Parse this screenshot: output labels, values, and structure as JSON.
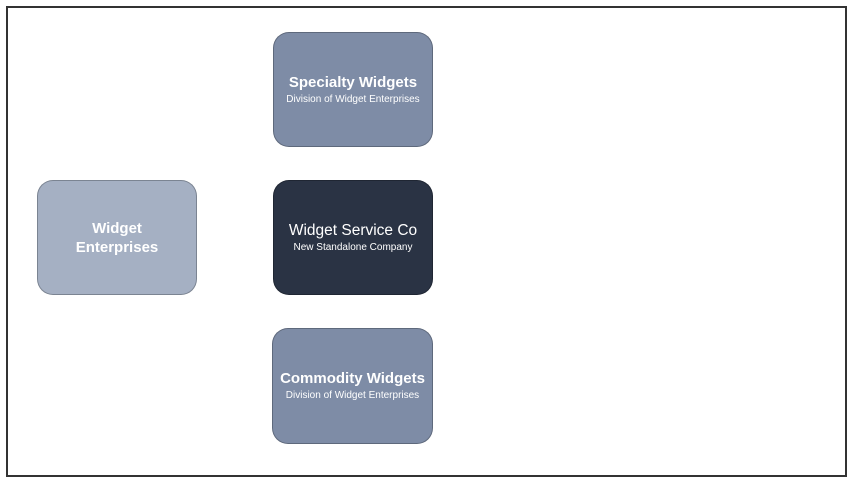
{
  "colors": {
    "parent": "#a5b0c3",
    "division": "#7e8ca6",
    "standalone": "#2a3344",
    "frame_border": "#333333"
  },
  "parent": {
    "title": "Widget Enterprises"
  },
  "nodes": [
    {
      "id": "specialty",
      "title": "Specialty Widgets",
      "subtitle": "Division of Widget Enterprises"
    },
    {
      "id": "service",
      "title": "Widget Service Co",
      "subtitle": "New Standalone Company"
    },
    {
      "id": "commodity",
      "title": "Commodity Widgets",
      "subtitle": "Division of Widget Enterprises"
    }
  ]
}
